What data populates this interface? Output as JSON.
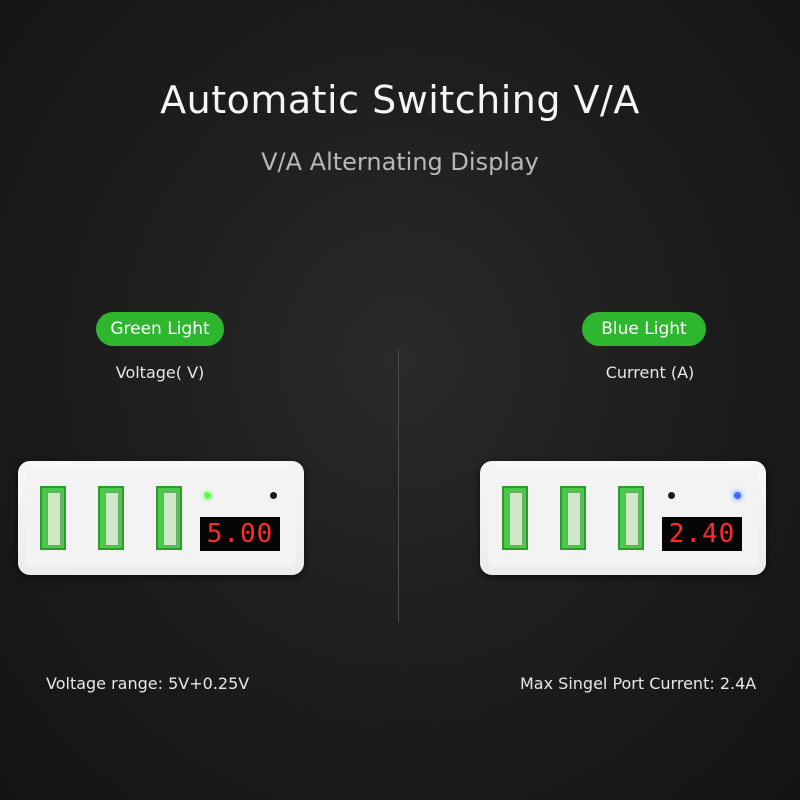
{
  "header": {
    "title": "Automatic Switching V/A",
    "subtitle": "V/A Alternating Display"
  },
  "left": {
    "indicator_label": "Green Light",
    "mode_label": "Voltage( V)",
    "display_value": "5.00",
    "spec_text": "Voltage range: 5V+0.25V"
  },
  "right": {
    "indicator_label": "Blue Light",
    "mode_label": "Current (A)",
    "display_value": "2.40",
    "spec_text": "Max Singel Port Current: 2.4A"
  },
  "colors": {
    "pill_green": "#2fb62f",
    "display_red": "#ff2a2a",
    "led_green": "#5cff4a",
    "led_blue": "#3a6bff"
  }
}
